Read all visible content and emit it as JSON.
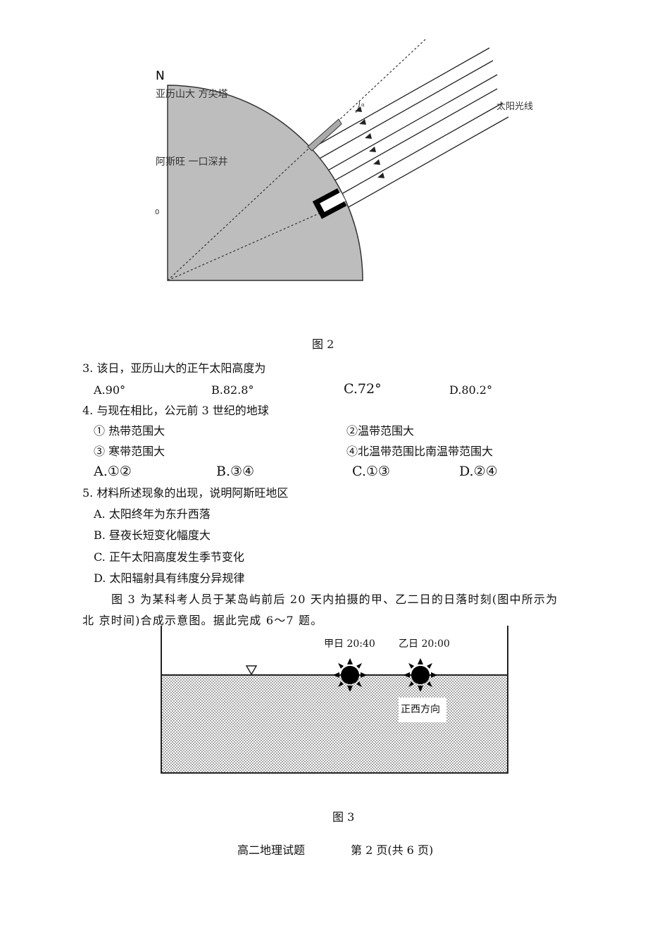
{
  "figure2": {
    "north_label": "N",
    "alexandria_label": "亚历山大  方尖塔",
    "aswan_label": "阿斯旺  一口深井",
    "zero_label": "0",
    "angle_label": "α",
    "sunlight_label": "太阳光线",
    "caption": "图 2"
  },
  "questions": [
    {
      "stem": "3. 该日，亚历山大的正午太阳高度为",
      "options": [
        "A.90°",
        "B.82.8°",
        "C.72°",
        "D.80.2°"
      ]
    },
    {
      "stem": "4. 与现在相比，公元前 3 世纪的地球",
      "statements": [
        "① 热带范围大",
        "②温带范围大",
        "③ 寒带范围大",
        "④北温带范围比南温带范围大"
      ],
      "options": [
        "A.①②",
        "B.③④",
        "C.①③",
        "D.②④"
      ]
    },
    {
      "stem": "5. 材料所述现象的出现，说明阿斯旺地区",
      "options": [
        "A. 太阳终年为东升西落",
        "B. 昼夜长短变化幅度大",
        "C. 正午太阳高度发生季节变化",
        "D. 太阳辐射具有纬度分异规律"
      ]
    }
  ],
  "intro": {
    "line1": "图 3 为某科考人员于某岛屿前后 20 天内拍摄的甲、乙二日的日落时刻(图中所示为",
    "line2": "北  京时间)合成示意图。据此完成 6～7 题。"
  },
  "figure3": {
    "day_jia": "甲日 20:40",
    "day_yi": "乙日 20:00",
    "direction": "正西方向",
    "caption": "图 3"
  },
  "footer": {
    "title": "高二地理试题",
    "page": "第 2 页(共 6 页)"
  }
}
